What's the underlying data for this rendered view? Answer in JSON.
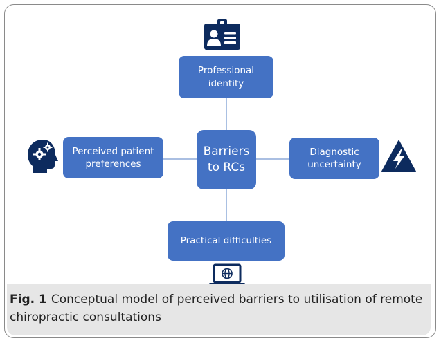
{
  "diagram": {
    "center": "Barriers\nto RCs",
    "nodes": {
      "top": "Professional\nidentity",
      "left": "Perceived patient\npreferences",
      "right": "Diagnostic\nuncertainty",
      "bottom": "Practical difficulties"
    },
    "icons": {
      "top": "id-card-icon",
      "left": "head-gears-icon",
      "right": "lightning-warning-icon",
      "bottom": "laptop-globe-icon"
    },
    "colors": {
      "box": "#4472c4",
      "icon": "#0d2b5e",
      "connector": "#8eaad8"
    }
  },
  "caption": {
    "label": "Fig. 1",
    "text": "Conceptual model of perceived barriers to utilisation of remote chiropractic consultations"
  }
}
